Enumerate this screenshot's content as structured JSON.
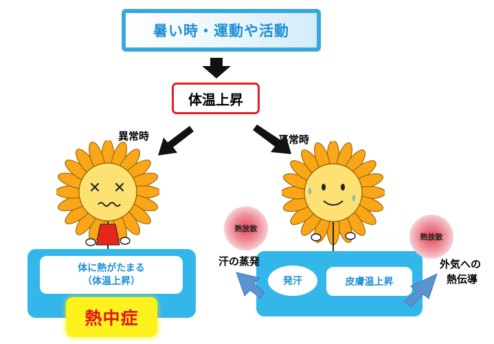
{
  "title": "暑い時・運動や活動",
  "rise": "体温上昇",
  "branches": {
    "abnormal_label": "異常時",
    "normal_label": "平常時"
  },
  "left": {
    "line1": "体に熱がたまる",
    "line2": "（体温上昇）",
    "result": "熱中症"
  },
  "right": {
    "sweat": "発汗",
    "skin": "皮膚温上昇",
    "heat_release": "熱放散",
    "sweat_evap": "汗の蒸発",
    "conduct_line1": "外気への",
    "conduct_line2": "熱伝導"
  },
  "colors": {
    "title_border": "#3aa6e0",
    "title_text": "#1e8fd4",
    "rise_border": "#e41e1e",
    "panel_blue": "#33b7ea",
    "panel_text": "#1b8fd6",
    "heatstroke_bg": "#fdf21e",
    "heatstroke_text": "#e0141a",
    "petal": "#f9a619",
    "face": "#fde273"
  },
  "icons": [
    "down-arrow-icon",
    "diagonal-arrow-icon",
    "sunflower-sick-icon",
    "sunflower-happy-icon",
    "curved-arrow-icon"
  ]
}
